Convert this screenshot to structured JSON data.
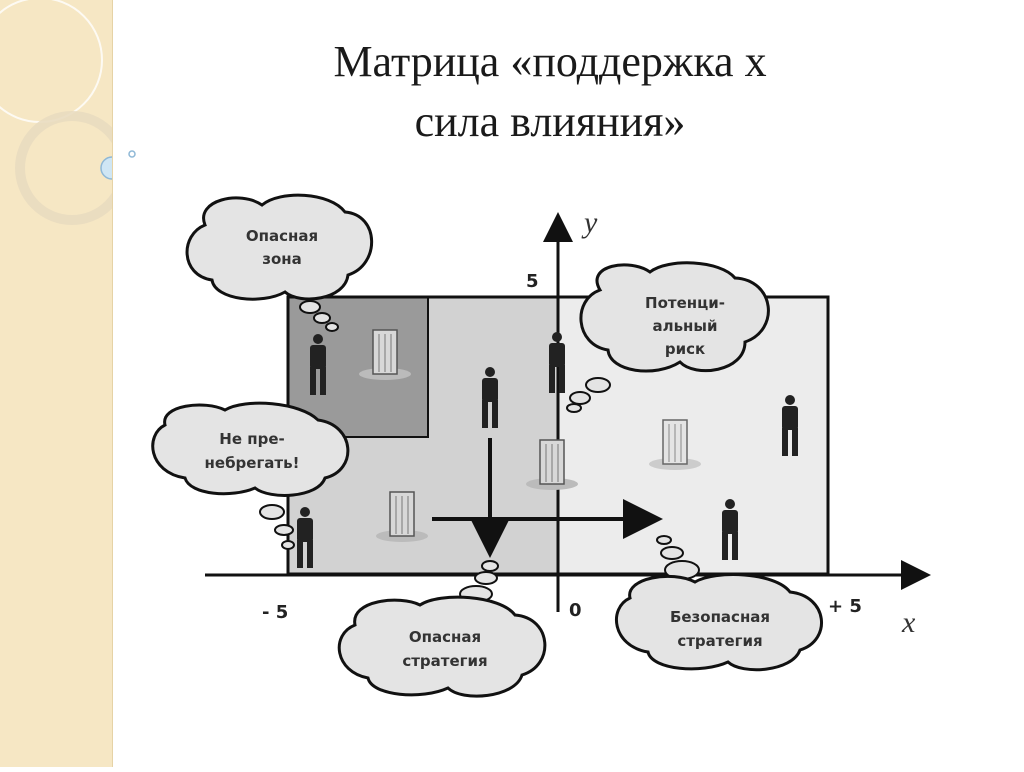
{
  "title": {
    "line1": "Матрица «поддержка х",
    "line2": "сила влияния»"
  },
  "axes": {
    "y_name": "y",
    "x_name": "x",
    "y_max": "5",
    "x_min": "- 5",
    "x_max": "+ 5",
    "origin": "0"
  },
  "clouds": {
    "danger_zone": [
      "Опасная",
      "зона"
    ],
    "potential_risk": [
      "Потенци-",
      "альный",
      "риск"
    ],
    "do_not_ignore": [
      "Не пре-",
      "небрегать!"
    ],
    "dangerous_strategy": [
      "Опасная",
      "стратегия"
    ],
    "safe_strategy": [
      "Безопасная",
      "стратегия"
    ]
  },
  "colors": {
    "sidebar": "#f6e7c4",
    "dark_zone": "#9a9a9a",
    "mid_zone": "#d2d2d2",
    "light_zone": "#ececec",
    "cloud": "#e4e4e4"
  }
}
